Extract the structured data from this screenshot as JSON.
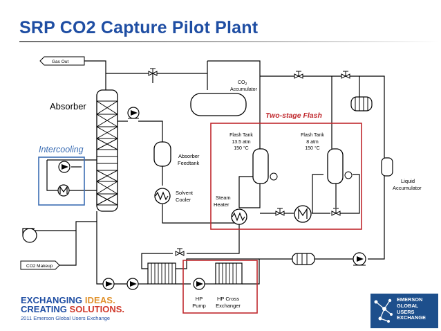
{
  "title": "SRP CO2 Capture Pilot Plant",
  "labels": {
    "gas_out": "Gas Out",
    "co2_makeup": "CO2 Makeup",
    "co2_accum_line1_main": "CO",
    "co2_accum_line1_sub": "2",
    "co2_accum_line2": "Accumulator",
    "absorber": "Absorber",
    "intercooling": "Intercooling",
    "two_stage_flash": "Two-stage Flash",
    "flash_tank1": [
      "Flash Tank",
      "13.5 atm",
      "150 °C"
    ],
    "flash_tank2": [
      "Flash Tank",
      "8 atm",
      "150 °C"
    ],
    "absorber_feedtank": [
      "Absorber",
      "Feedtank"
    ],
    "solvent_cooler": [
      "Solvent",
      "Cooler"
    ],
    "steam_heater": [
      "Steam",
      "Heater"
    ],
    "liquid_accumulator": [
      "Liquid",
      "Accumulator"
    ],
    "hp_pump": [
      "HP",
      "Pump"
    ],
    "hp_cross_exchanger": [
      "HP Cross",
      "Exchanger"
    ]
  },
  "footer": {
    "line1_a": "EXCHANGING ",
    "line1_b": "IDEAS.",
    "line2_a": "CREATING ",
    "line2_b": "SOLUTIONS.",
    "line3": "2011 Emerson Global Users Exchange",
    "logo_lines": [
      "EMERSON",
      "GLOBAL",
      "USERS",
      "EXCHANGE"
    ]
  },
  "colors": {
    "title": "#1f4ea3",
    "flash_box": "#c0282d",
    "intercool_box": "#3b6db3",
    "line": "#000000",
    "logo_bg": "#1d4f8c"
  }
}
